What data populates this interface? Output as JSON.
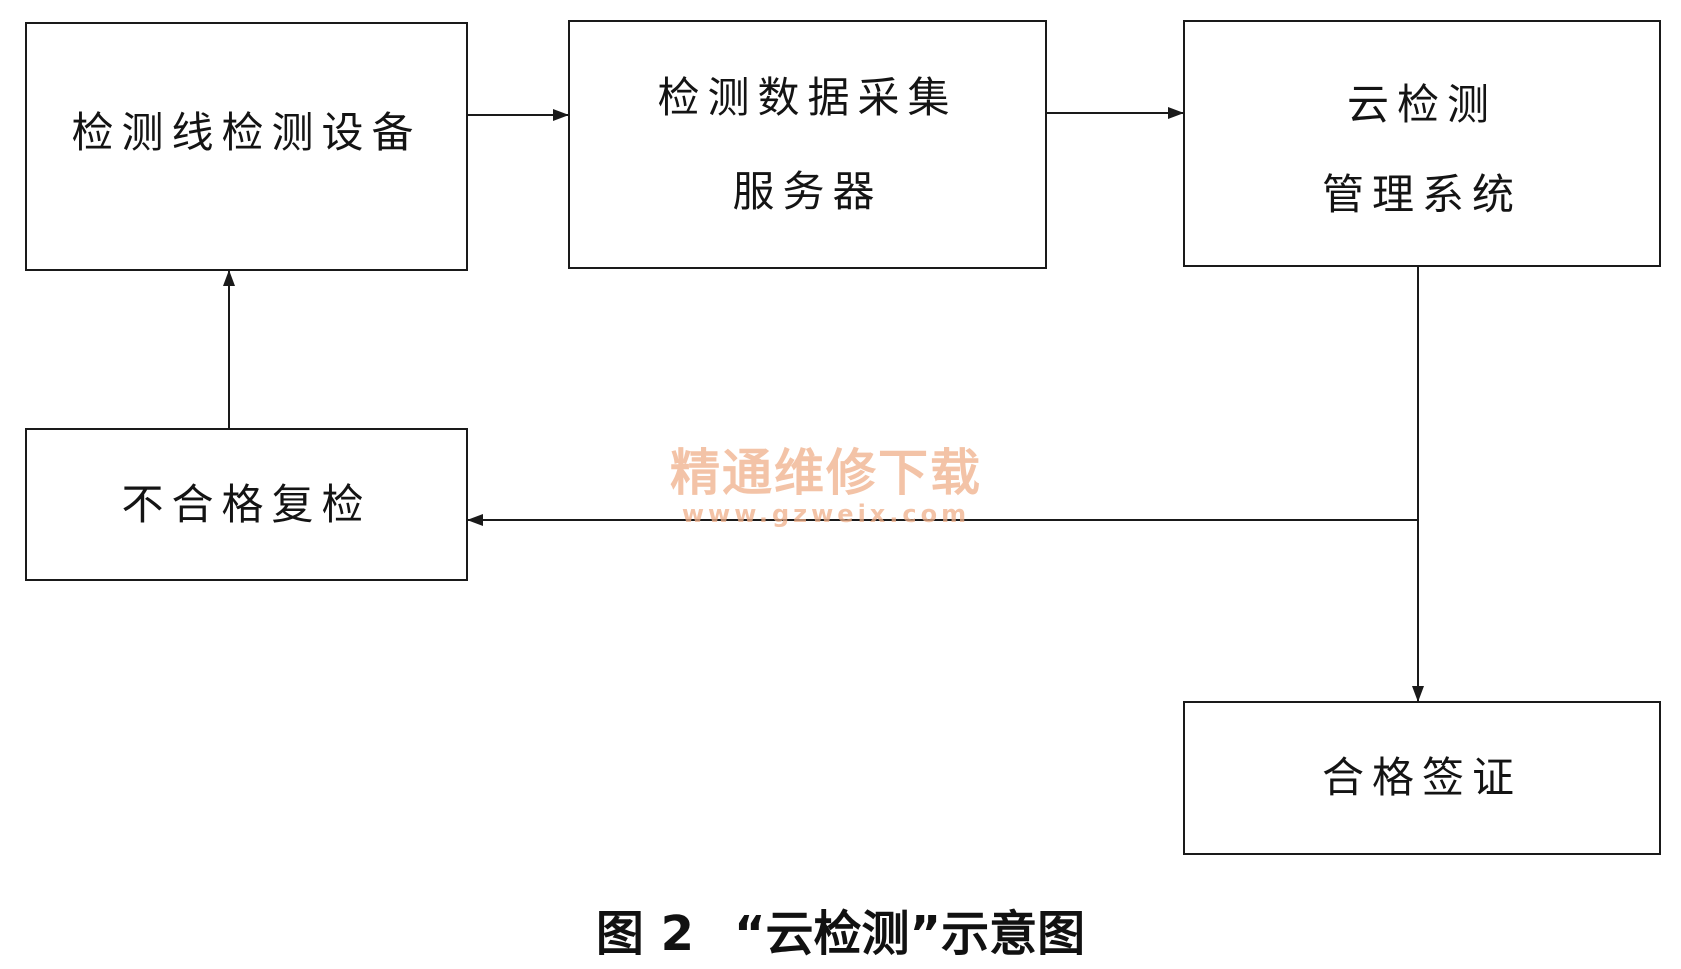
{
  "diagram": {
    "nodes": {
      "inspection_equipment": {
        "lines": [
          "检测线检测设备"
        ]
      },
      "data_server": {
        "lines": [
          "检测数据采集",
          "服务器"
        ]
      },
      "cloud_system": {
        "lines": [
          "云检测",
          "管理系统"
        ]
      },
      "recheck": {
        "lines": [
          "不合格复检"
        ]
      },
      "certification": {
        "lines": [
          "合格签证"
        ]
      }
    },
    "edges": [
      {
        "from": "inspection_equipment",
        "to": "data_server"
      },
      {
        "from": "data_server",
        "to": "cloud_system"
      },
      {
        "from": "cloud_system",
        "to": "certification"
      },
      {
        "from": "cloud_system",
        "to": "recheck"
      },
      {
        "from": "recheck",
        "to": "inspection_equipment"
      }
    ],
    "line_color": "#1a1a1a"
  },
  "watermark": {
    "title": "精通维修下载",
    "url": "www.gzweix.com",
    "color": "#f0b08a"
  },
  "caption": {
    "figure_number": "图 2",
    "title": "“云检测”示意图"
  }
}
